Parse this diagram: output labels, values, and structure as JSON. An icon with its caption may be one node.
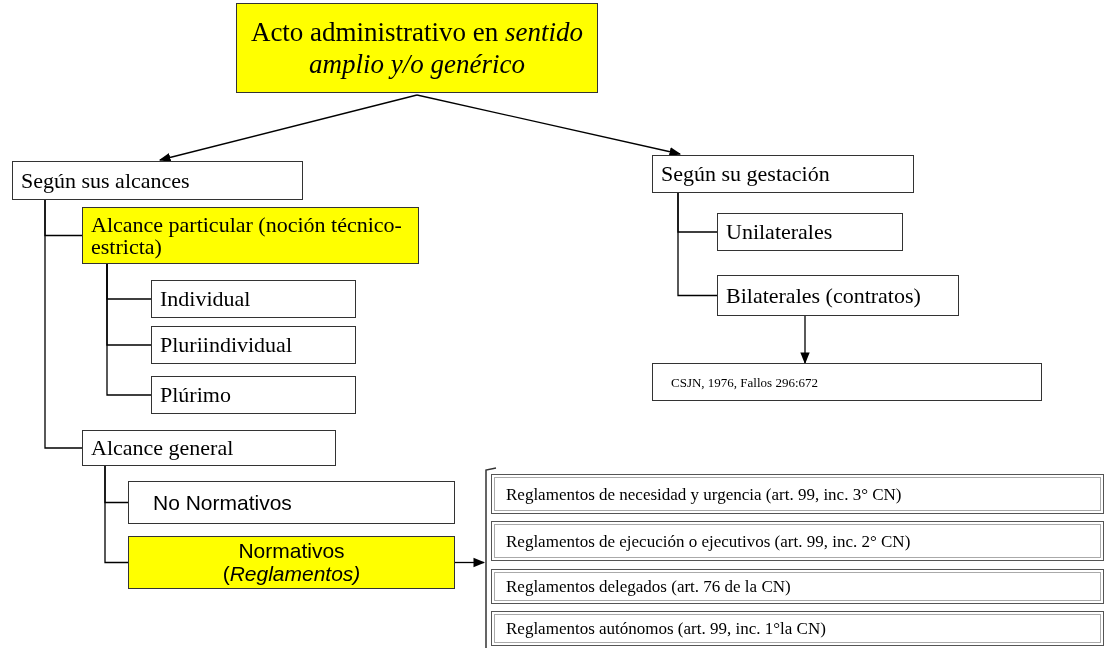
{
  "diagram": {
    "nodes": [
      {
        "text": [
          "Acto administrativo en *sentido amplio y/o genérico*"
        ]
      },
      {
        "text": [
          "Según sus alcances"
        ]
      },
      {
        "text": [
          "Alcance particular (noción técnico-estricta)"
        ]
      },
      {
        "text": [
          "Individual"
        ]
      },
      {
        "text": [
          "Pluriindividual"
        ]
      },
      {
        "text": [
          "Plúrimo"
        ]
      },
      {
        "text": [
          "Alcance general"
        ]
      },
      {
        "text": [
          "No Normativos"
        ]
      },
      {
        "text": [
          "Normativos (*Reglamentos)*"
        ]
      },
      {
        "text": [
          "Según su gestación"
        ]
      },
      {
        "text": [
          "Unilaterales"
        ]
      },
      {
        "text": [
          "Bilaterales (contratos)"
        ]
      },
      {
        "text": [
          "CSJN, 1976, Fallos 296:672"
        ]
      },
      {
        "text": [],
        "shape": "bracket"
      },
      {
        "text": [
          "Reglamentos de necesidad y urgencia (art. 99, inc. 3° CN)"
        ],
        "in": 13
      },
      {
        "text": [
          "Reglamentos de ejecución o ejecutivos (art. 99, inc. 2° CN)"
        ],
        "in": 13
      },
      {
        "text": [
          "Reglamentos delegados (art. 76 de la CN)"
        ],
        "in": 13
      },
      {
        "text": [
          "Reglamentos autónomos (art. 99, inc. 1°la CN)"
        ],
        "in": 13
      }
    ],
    "edges": [
      {
        "from": 0,
        "to": 1,
        "arrow": "to"
      },
      {
        "from": 0,
        "to": 9,
        "arrow": "to"
      },
      {
        "from": 1,
        "to": 2,
        "arrow": "none"
      },
      {
        "from": 1,
        "to": 6,
        "arrow": "none"
      },
      {
        "from": 2,
        "to": 3,
        "arrow": "none"
      },
      {
        "from": 2,
        "to": 4,
        "arrow": "none"
      },
      {
        "from": 2,
        "to": 5,
        "arrow": "none"
      },
      {
        "from": 6,
        "to": 7,
        "arrow": "none"
      },
      {
        "from": 6,
        "to": 8,
        "arrow": "none"
      },
      {
        "from": 8,
        "to": 13,
        "arrow": "to"
      },
      {
        "from": 9,
        "to": 10,
        "arrow": "none"
      },
      {
        "from": 9,
        "to": 11,
        "arrow": "none"
      },
      {
        "from": 11,
        "to": 12,
        "arrow": "to"
      }
    ]
  }
}
